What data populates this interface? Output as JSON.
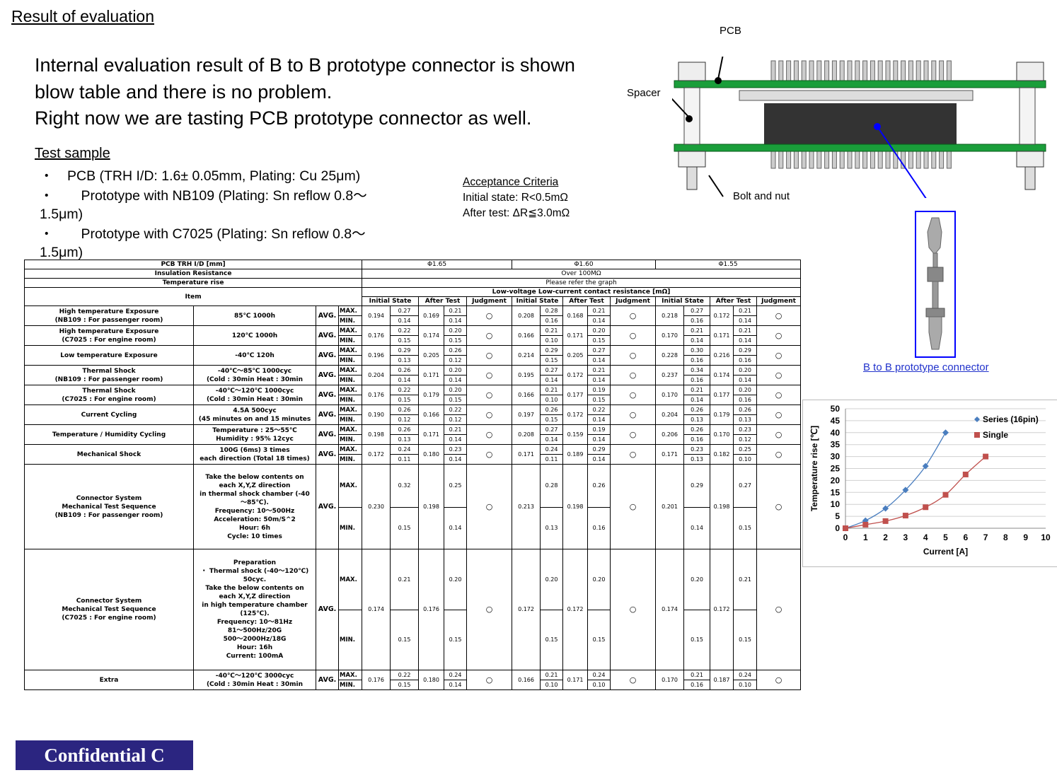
{
  "title": "Result of evaluation",
  "intro": [
    "Internal evaluation result of B to B prototype connector is shown",
    "blow table and there is no problem.",
    "Right now we are tasting PCB prototype connector as well."
  ],
  "test_sample": {
    "heading": "Test sample",
    "items": [
      "・　PCB (TRH I/D: 1.6± 0.05mm, Plating: Cu 25μm)",
      "・　　Prototype with NB109 (Plating: Sn reflow 0.8～1.5μm)",
      "・　　Prototype with C7025 (Plating: Sn reflow 0.8～1.5μm)"
    ]
  },
  "acceptance": {
    "heading": "Acceptance Criteria",
    "initial": "Initial state:  R<0.5mΩ",
    "after": "After test:  ΔR≦3.0mΩ"
  },
  "diagram": {
    "pcb_label": "PCB",
    "spacer_label": "Spacer",
    "bolt_label": "Bolt and nut",
    "link": "B to B prototype connector"
  },
  "table": {
    "pcb_trh_label": "PCB TRH I/D [mm]",
    "trh_values": [
      "Φ1.65",
      "Φ1.60",
      "Φ1.55"
    ],
    "insulation_label": "Insulation Resistance",
    "insulation_value": "Over 100MΩ",
    "temp_rise_label": "Temperature rise",
    "temp_rise_value": "Please refer the graph",
    "item_label": "Item",
    "lvlc_label": "Low-voltage Low-current contact resistance [mΩ]",
    "initial_state": "Initial State",
    "after_test": "After Test",
    "judgment": "Judgment",
    "avg": "AVG.",
    "max": "MAX.",
    "min": "MIN.",
    "rows": [
      {
        "item": [
          "High temperature Exposure",
          "(NB109 : For passenger room)"
        ],
        "cond": [
          "85℃ 1000h"
        ],
        "tall": false,
        "d": [
          [
            "0.194",
            "0.27",
            "0.14",
            "0.169",
            "0.21",
            "0.14",
            "○"
          ],
          [
            "0.208",
            "0.28",
            "0.16",
            "0.168",
            "0.21",
            "0.14",
            "○"
          ],
          [
            "0.218",
            "0.27",
            "0.16",
            "0.172",
            "0.21",
            "0.14",
            "○"
          ]
        ]
      },
      {
        "item": [
          "High temperature Exposure",
          "(C7025 : For engine room)"
        ],
        "cond": [
          "120℃ 1000h"
        ],
        "tall": false,
        "d": [
          [
            "0.176",
            "0.22",
            "0.15",
            "0.174",
            "0.20",
            "0.15",
            "○"
          ],
          [
            "0.166",
            "0.21",
            "0.10",
            "0.171",
            "0.20",
            "0.15",
            "○"
          ],
          [
            "0.170",
            "0.21",
            "0.14",
            "0.171",
            "0.21",
            "0.14",
            "○"
          ]
        ]
      },
      {
        "item": [
          "Low temperature Exposure"
        ],
        "cond": [
          "-40℃ 120h"
        ],
        "tall": false,
        "d": [
          [
            "0.196",
            "0.29",
            "0.13",
            "0.205",
            "0.26",
            "0.12",
            "○"
          ],
          [
            "0.214",
            "0.29",
            "0.15",
            "0.205",
            "0.27",
            "0.14",
            "○"
          ],
          [
            "0.228",
            "0.30",
            "0.16",
            "0.216",
            "0.29",
            "0.16",
            "○"
          ]
        ]
      },
      {
        "item": [
          "Thermal Shock",
          "(NB109 : For passenger room)"
        ],
        "cond": [
          "-40℃～85℃ 1000cyc",
          "(Cold : 30min Heat : 30min"
        ],
        "tall": false,
        "d": [
          [
            "0.204",
            "0.26",
            "0.14",
            "0.171",
            "0.20",
            "0.14",
            "○"
          ],
          [
            "0.195",
            "0.27",
            "0.14",
            "0.172",
            "0.21",
            "0.14",
            "○"
          ],
          [
            "0.237",
            "0.34",
            "0.16",
            "0.174",
            "0.20",
            "0.14",
            "○"
          ]
        ]
      },
      {
        "item": [
          "Thermal Shock",
          "(C7025 : For engine room)"
        ],
        "cond": [
          "-40℃～120℃ 1000cyc",
          "(Cold : 30min Heat : 30min"
        ],
        "tall": false,
        "d": [
          [
            "0.176",
            "0.22",
            "0.15",
            "0.179",
            "0.20",
            "0.15",
            "○"
          ],
          [
            "0.166",
            "0.21",
            "0.10",
            "0.177",
            "0.19",
            "0.15",
            "○"
          ],
          [
            "0.170",
            "0.21",
            "0.14",
            "0.177",
            "0.20",
            "0.16",
            "○"
          ]
        ]
      },
      {
        "item": [
          "Current Cycling"
        ],
        "cond": [
          "4.5A 500cyc",
          "(45 minutes on and 15 minutes"
        ],
        "tall": false,
        "d": [
          [
            "0.190",
            "0.26",
            "0.12",
            "0.166",
            "0.22",
            "0.12",
            "○"
          ],
          [
            "0.197",
            "0.26",
            "0.15",
            "0.172",
            "0.22",
            "0.14",
            "○"
          ],
          [
            "0.204",
            "0.26",
            "0.13",
            "0.179",
            "0.26",
            "0.13",
            "○"
          ]
        ]
      },
      {
        "item": [
          "Temperature / Humidity Cycling"
        ],
        "cond": [
          "Temperature : 25～55℃",
          "Humidity : 95% 12cyc"
        ],
        "tall": false,
        "d": [
          [
            "0.198",
            "0.26",
            "0.13",
            "0.171",
            "0.21",
            "0.14",
            "○"
          ],
          [
            "0.208",
            "0.27",
            "0.14",
            "0.159",
            "0.19",
            "0.14",
            "○"
          ],
          [
            "0.206",
            "0.26",
            "0.16",
            "0.170",
            "0.23",
            "0.12",
            "○"
          ]
        ]
      },
      {
        "item": [
          "Mechanical Shock"
        ],
        "cond": [
          "100G (6ms) 3 times",
          "each direction (Total 18 times)"
        ],
        "tall": false,
        "d": [
          [
            "0.172",
            "0.24",
            "0.11",
            "0.180",
            "0.23",
            "0.14",
            "○"
          ],
          [
            "0.171",
            "0.24",
            "0.11",
            "0.189",
            "0.29",
            "0.14",
            "○"
          ],
          [
            "0.171",
            "0.23",
            "0.13",
            "0.182",
            "0.25",
            "0.10",
            "○"
          ]
        ]
      },
      {
        "item": [
          "Connector System",
          "Mechanical Test Sequence",
          "(NB109 : For passenger room)"
        ],
        "cond": [
          "Take the below contents on",
          "each X,Y,Z direction",
          "in thermal shock chamber (-40",
          "～85℃).",
          "Frequency: 10～500Hz",
          "Acceleration: 50m/S^2",
          "Hour: 6h",
          "Cycle: 10 times"
        ],
        "tall": true,
        "d": [
          [
            "0.230",
            "0.32",
            "0.15",
            "0.198",
            "0.25",
            "0.14",
            "○"
          ],
          [
            "0.213",
            "0.28",
            "0.13",
            "0.198",
            "0.26",
            "0.16",
            "○"
          ],
          [
            "0.201",
            "0.29",
            "0.14",
            "0.198",
            "0.27",
            "0.15",
            "○"
          ]
        ]
      },
      {
        "item": [
          "Connector System",
          "Mechanical Test Sequence",
          "(C7025 : For engine room)"
        ],
        "cond": [
          "Preparation",
          "・ Thermal shock (-40～120℃)",
          "50cyc.",
          "Take the below contents on",
          "each X,Y,Z direction",
          "in high temperature chamber",
          "(125℃).",
          "Frequency: 10～81Hz",
          "81～500Hz/20G",
          "500～2000Hz/18G",
          "Hour: 16h",
          "Current: 100mA"
        ],
        "tall": true,
        "d": [
          [
            "0.174",
            "0.21",
            "0.15",
            "0.176",
            "0.20",
            "0.15",
            "○"
          ],
          [
            "0.172",
            "0.20",
            "0.15",
            "0.172",
            "0.20",
            "0.15",
            "○"
          ],
          [
            "0.174",
            "0.20",
            "0.15",
            "0.172",
            "0.21",
            "0.15",
            "○"
          ]
        ]
      },
      {
        "item": [
          "Extra"
        ],
        "cond": [
          "-40℃～120℃ 3000cyc",
          "(Cold : 30min Heat : 30min"
        ],
        "tall": false,
        "d": [
          [
            "0.176",
            "0.22",
            "0.15",
            "0.180",
            "0.24",
            "0.14",
            "○"
          ],
          [
            "0.166",
            "0.21",
            "0.10",
            "0.171",
            "0.24",
            "0.10",
            "○"
          ],
          [
            "0.170",
            "0.21",
            "0.16",
            "0.187",
            "0.24",
            "0.10",
            "○"
          ]
        ]
      }
    ]
  },
  "chart_data": {
    "type": "scatter",
    "title": "",
    "xlabel": "Current [A]",
    "ylabel": "Temperature rise [℃]",
    "xlim": [
      0,
      10
    ],
    "ylim": [
      0,
      50
    ],
    "xticks": [
      0,
      1,
      2,
      3,
      4,
      5,
      6,
      7,
      8,
      9,
      10
    ],
    "yticks": [
      0,
      5,
      10,
      15,
      20,
      25,
      30,
      35,
      40,
      45,
      50
    ],
    "grid": true,
    "legend": "top-right",
    "series": [
      {
        "name": "Series (16pin)",
        "color": "#4a7ebf",
        "marker": "diamond",
        "x": [
          0,
          1,
          2,
          3,
          4,
          5
        ],
        "y": [
          0,
          3.2,
          8.3,
          16,
          26,
          40
        ]
      },
      {
        "name": "Single",
        "color": "#c0504d",
        "marker": "square",
        "x": [
          0,
          1,
          2,
          3,
          4,
          5,
          6,
          7
        ],
        "y": [
          0,
          1.5,
          3,
          5.3,
          8.8,
          14,
          22.5,
          30
        ]
      }
    ]
  },
  "footer": "Confidential C"
}
